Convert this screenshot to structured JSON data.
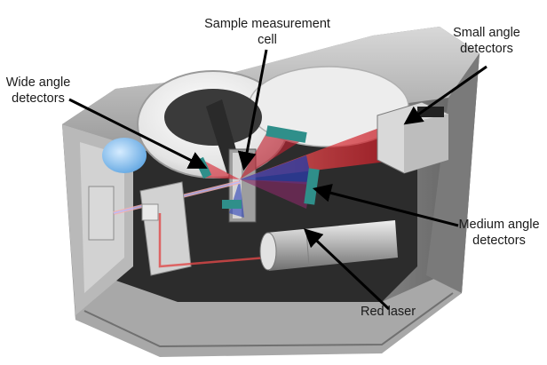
{
  "labels": {
    "sample_cell": "Sample measurement\ncell",
    "small_angle": "Small angle\ndetectors",
    "wide_angle": "Wide angle\ndetectors",
    "medium_angle": "Medium angle\ndetectors",
    "red_laser": "Red laser"
  },
  "colors": {
    "red_beam": "#d9202e",
    "blue_beam": "#2a3fb8",
    "detector_teal": "#2f8f8a",
    "body_grey": "#8f8f8f",
    "dark_grey": "#2c2c2c",
    "arrow": "#000000"
  }
}
